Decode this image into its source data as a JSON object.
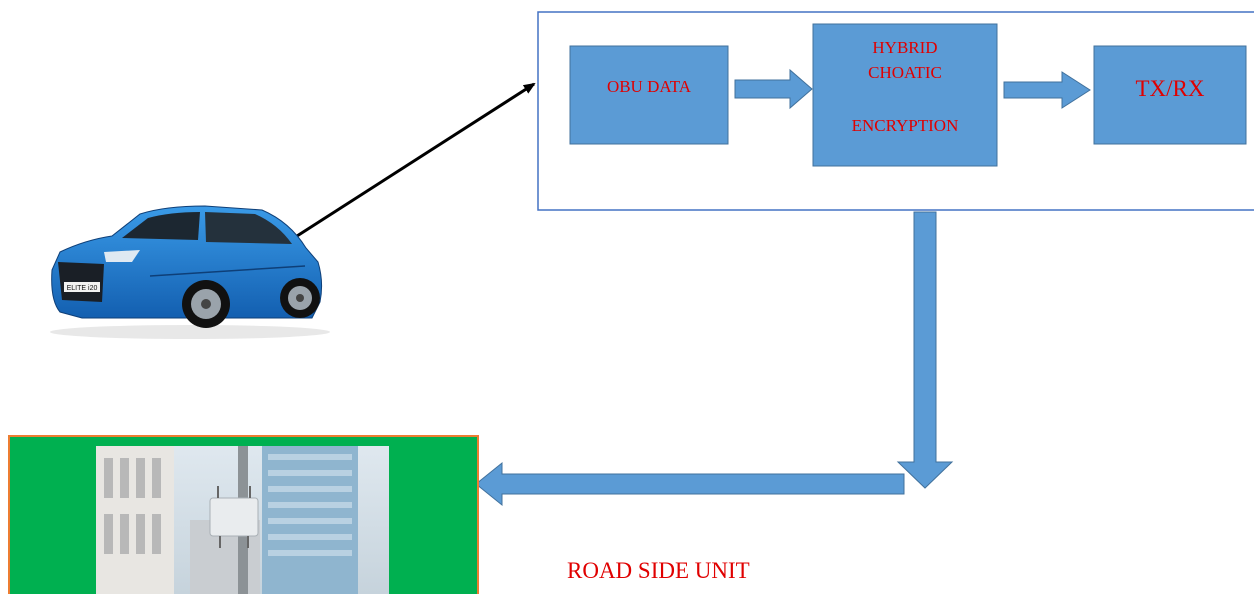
{
  "blocks": {
    "obu": "OBU DATA",
    "hybrid": [
      "HYBRID",
      "CHOATIC",
      "ENCRYPTION"
    ],
    "txrx": "TX/RX"
  },
  "rsu_label": "ROAD SIDE UNIT",
  "car_badge": "ELITE i20",
  "colors": {
    "block_fill": "#5b9bd5",
    "block_stroke": "#41719c",
    "text": "#e00000",
    "panel_stroke": "#4472c4",
    "rsu_bg": "#00b050",
    "rsu_border": "#ed7d31",
    "car_body": "#1f78d1"
  }
}
